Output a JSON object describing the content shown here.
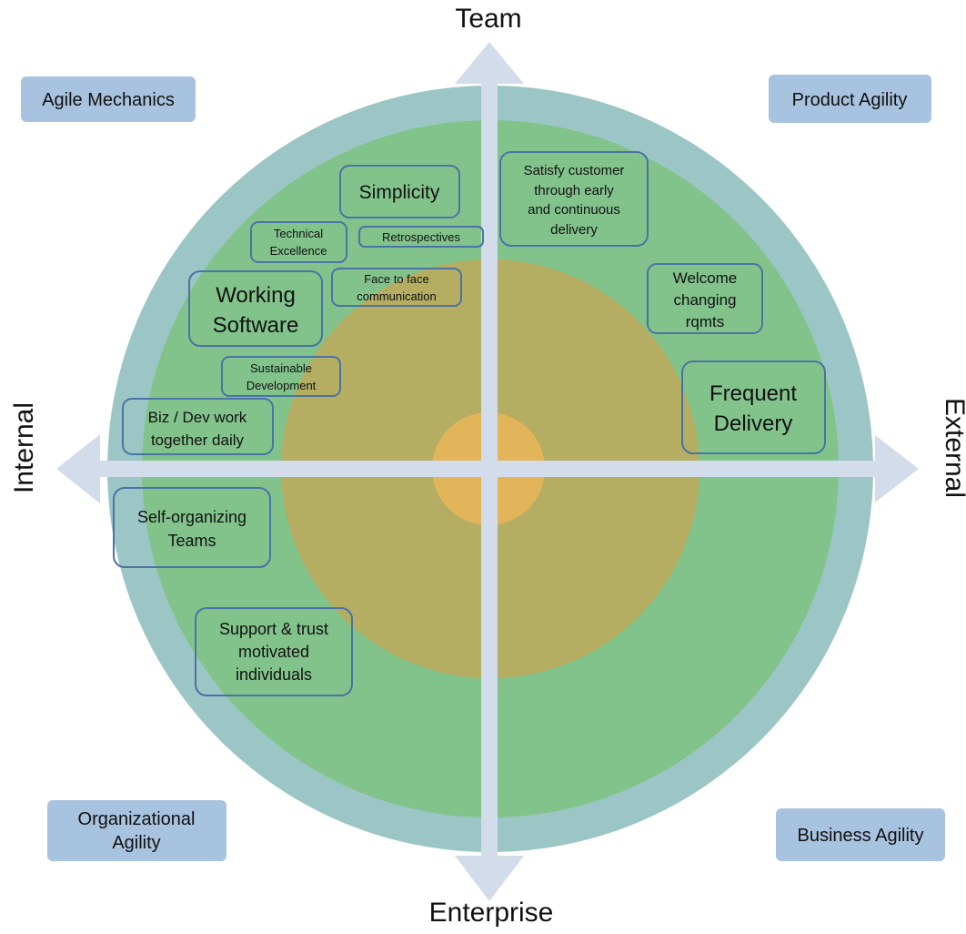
{
  "axes": {
    "top": "Team",
    "bottom": "Enterprise",
    "left": "Internal",
    "right": "External"
  },
  "quadrants": {
    "top_left": [
      "Agile Mechanics"
    ],
    "top_right": [
      "Product Agility"
    ],
    "bottom_left": [
      "Organizational",
      "Agility"
    ],
    "bottom_right": [
      "Business Agility"
    ]
  },
  "principles": {
    "simplicity": [
      "Simplicity"
    ],
    "technical_excellence": [
      "Technical",
      "Excellence"
    ],
    "retrospectives": [
      "Retrospectives"
    ],
    "working_software": [
      "Working",
      "Software"
    ],
    "face_to_face": [
      "Face to face",
      "communication"
    ],
    "sustainable_development": [
      "Sustainable",
      "Development"
    ],
    "biz_dev": [
      "Biz / Dev work",
      "together daily"
    ],
    "self_organizing": [
      "Self-organizing",
      "Teams"
    ],
    "support_trust": [
      "Support & trust",
      "motivated",
      "individuals"
    ],
    "satisfy_customer": [
      "Satisfy customer",
      "through early",
      "and continuous",
      "delivery"
    ],
    "welcome_changing": [
      "Welcome",
      "changing",
      "rqmts"
    ],
    "frequent_delivery": [
      "Frequent",
      "Delivery"
    ]
  },
  "colors": {
    "outer_ring": "#9cc6c5",
    "middle_ring": "#82c38b",
    "inner_ring": "#b4ad62",
    "core": "#e3b55a",
    "axis": "#d3dcea",
    "quadrant_box": "#a7c3df",
    "principle_border": "#4a73a6"
  }
}
